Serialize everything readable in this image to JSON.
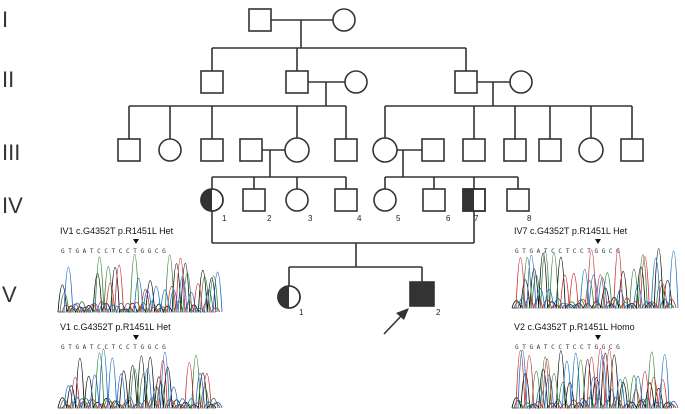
{
  "generations": [
    "I",
    "II",
    "III",
    "IV",
    "V"
  ],
  "individual_numbers": {
    "iv1": "1",
    "iv2": "2",
    "iv3": "3",
    "iv4": "4",
    "iv5": "5",
    "iv6": "6",
    "iv7": "7",
    "iv8": "8",
    "v1": "1",
    "v2": "2"
  },
  "colors": {
    "line": "#333333",
    "affected": "#333333",
    "trace": [
      "#000000",
      "#2e7d32",
      "#c62828",
      "#1565c0"
    ]
  },
  "chromatograms": [
    {
      "id": "iv1",
      "label": "IV1  c.G4352T  p.R1451L  Het",
      "sequence": "G T G A T C C T C C T G G C G"
    },
    {
      "id": "iv7",
      "label": "IV7  c.G4352T  p.R1451L  Het",
      "sequence": "G T G A T C C T C C T G G C G"
    },
    {
      "id": "v1",
      "label": "V1  c.G4352T  p.R1451L  Het",
      "sequence": "G T G A T C C T C C T G G C G"
    },
    {
      "id": "v2",
      "label": "V2  c.G4352T  p.R1451L  Homo",
      "sequence": "G T G A T C C T C C T G G C G"
    }
  ]
}
